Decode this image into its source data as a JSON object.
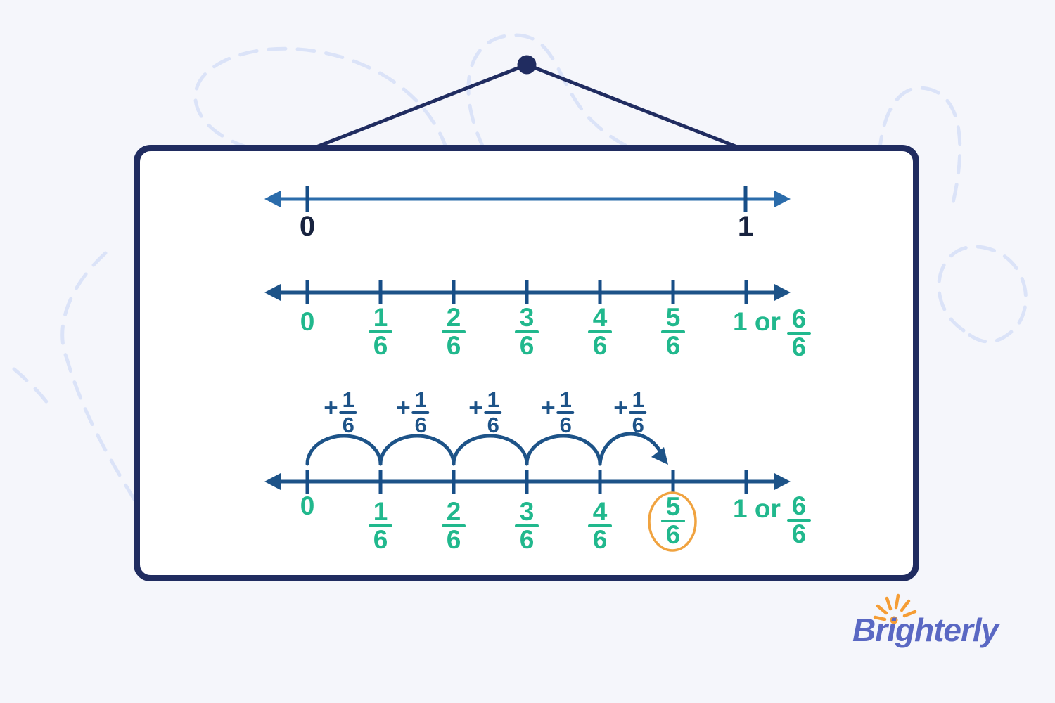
{
  "colors": {
    "navy": "#202c60",
    "dark_text": "#18233f",
    "axis_blue": "#2b6cab",
    "steel_blue": "#1d5388",
    "tick_blue": "#174e87",
    "green": "#21b88d",
    "circle_orange": "#f0a340",
    "logo_purple": "#5a68c3",
    "logo_sun_orange": "#f59d35",
    "background": "#f5f6fb",
    "dashed_curves": "#dbe3f8",
    "board_fill": "#ffffff"
  },
  "line1": {
    "labels": [
      "0",
      "1"
    ]
  },
  "line2": {
    "zero": "0",
    "fractions": [
      {
        "num": "1",
        "den": "6"
      },
      {
        "num": "2",
        "den": "6"
      },
      {
        "num": "3",
        "den": "6"
      },
      {
        "num": "4",
        "den": "6"
      },
      {
        "num": "5",
        "den": "6"
      }
    ],
    "end": {
      "prefix": "1 or",
      "num": "6",
      "den": "6"
    }
  },
  "jumps": {
    "labels": [
      {
        "op": "+",
        "num": "1",
        "den": "6"
      },
      {
        "op": "+",
        "num": "1",
        "den": "6"
      },
      {
        "op": "+",
        "num": "1",
        "den": "6"
      },
      {
        "op": "+",
        "num": "1",
        "den": "6"
      },
      {
        "op": "+",
        "num": "1",
        "den": "6"
      }
    ]
  },
  "line3": {
    "zero": "0",
    "fractions": [
      {
        "num": "1",
        "den": "6"
      },
      {
        "num": "2",
        "den": "6"
      },
      {
        "num": "3",
        "den": "6"
      },
      {
        "num": "4",
        "den": "6"
      },
      {
        "num": "5",
        "den": "6",
        "circled": true
      }
    ],
    "end": {
      "prefix": "1 or",
      "num": "6",
      "den": "6"
    }
  },
  "logo": {
    "brand": "Brighterly"
  }
}
